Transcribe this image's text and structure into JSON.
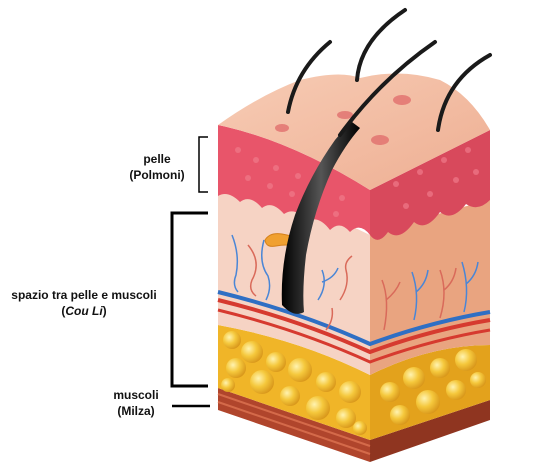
{
  "labels": {
    "skin": {
      "line1": "pelle",
      "line2": "(Polmoni)"
    },
    "interstitial": {
      "line1": "spazio tra pelle e muscoli",
      "line2_open": "(",
      "line2_italic": "Cou Li",
      "line2_close": ")"
    },
    "muscles": {
      "line1": "muscoli",
      "line2": "(Milza)"
    }
  },
  "colors": {
    "epidermis_top": "#f2b9a0",
    "epidermis_front": "#e8556a",
    "dermis_front": "#f6d3c4",
    "dermis_side": "#e9a480",
    "fat": "#f0b528",
    "fat_bubble": "#f7d05a",
    "muscle": "#b0452c",
    "artery": "#d63a2f",
    "vein": "#2f6fc4",
    "hair": "#1a1a1a",
    "bracket": "#000000"
  }
}
